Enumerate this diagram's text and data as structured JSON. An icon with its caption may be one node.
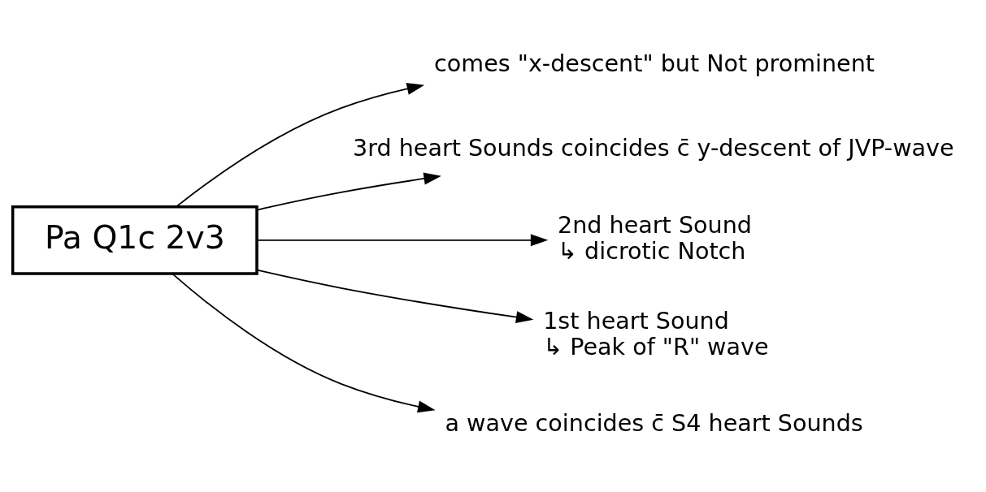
{
  "diagram": {
    "nodes": [
      {
        "text": [
          "Pa Q1c 2v3"
        ]
      },
      {
        "text": [
          "comes \"x-descent\" but Not prominent"
        ]
      },
      {
        "text": [
          "3rd heart Sounds coincides c̄ y-descent of JVP-wave"
        ]
      },
      {
        "text": [
          "2nd heart Sound",
          "↳ dicrotic Notch"
        ]
      },
      {
        "text": [
          "1st heart Sound",
          "↳ Peak of \"R\" wave"
        ]
      },
      {
        "text": [
          "a wave coincides c̄ S4 heart Sounds"
        ]
      }
    ],
    "edges": [
      {
        "from": 0,
        "to": 1,
        "arrow": "to"
      },
      {
        "from": 0,
        "to": 2,
        "arrow": "to"
      },
      {
        "from": 0,
        "to": 3,
        "arrow": "to"
      },
      {
        "from": 0,
        "to": 4,
        "arrow": "to"
      },
      {
        "from": 0,
        "to": 5,
        "arrow": "to"
      }
    ]
  }
}
